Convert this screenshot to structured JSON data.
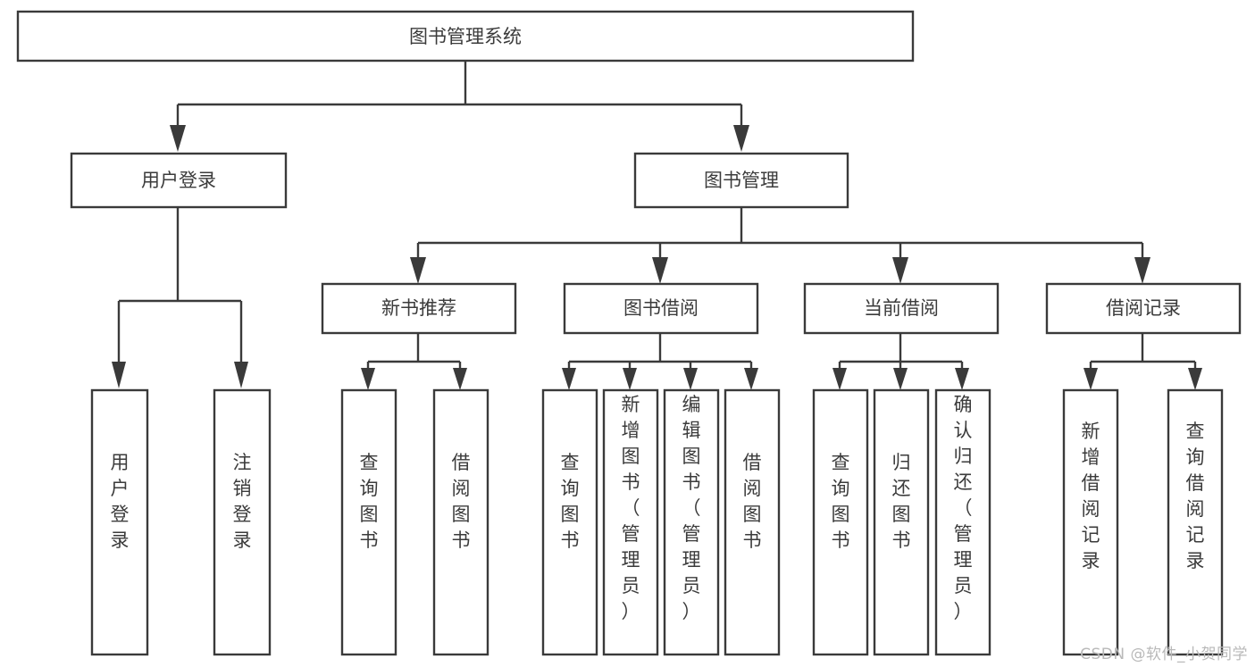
{
  "diagram": {
    "type": "tree-hierarchy",
    "title": "图书管理系统",
    "orientation": "top-down",
    "colors": {
      "box_stroke": "#3a3a3a",
      "box_fill": "#ffffff",
      "text": "#3b3b3b",
      "connector": "#3a3a3a",
      "watermark": "#b9b9b9",
      "background": "#ffffff"
    },
    "nodes": {
      "root": {
        "label": "图书管理系统",
        "level": 0
      },
      "level1": [
        {
          "id": "user-login",
          "label": "用户登录"
        },
        {
          "id": "book-manage",
          "label": "图书管理"
        }
      ],
      "level2": [
        {
          "id": "new-book-recommend",
          "label": "新书推荐",
          "parent": "book-manage"
        },
        {
          "id": "book-borrow",
          "label": "图书借阅",
          "parent": "book-manage"
        },
        {
          "id": "current-borrow",
          "label": "当前借阅",
          "parent": "book-manage"
        },
        {
          "id": "borrow-record",
          "label": "借阅记录",
          "parent": "book-manage"
        }
      ],
      "leaves": [
        {
          "id": "leaf-user-login",
          "label": "用户登录",
          "parent": "user-login"
        },
        {
          "id": "leaf-logout",
          "label": "注销登录",
          "parent": "user-login"
        },
        {
          "id": "leaf-query-book-1",
          "label": "查询图书",
          "parent": "new-book-recommend"
        },
        {
          "id": "leaf-borrow-book-1",
          "label": "借阅图书",
          "parent": "new-book-recommend"
        },
        {
          "id": "leaf-query-book-2",
          "label": "查询图书",
          "parent": "book-borrow"
        },
        {
          "id": "leaf-add-book",
          "label": "新增图书（管理员）",
          "parent": "book-borrow"
        },
        {
          "id": "leaf-edit-book",
          "label": "编辑图书（管理员）",
          "parent": "book-borrow"
        },
        {
          "id": "leaf-borrow-book-2",
          "label": "借阅图书",
          "parent": "book-borrow"
        },
        {
          "id": "leaf-query-book-3",
          "label": "查询图书",
          "parent": "current-borrow"
        },
        {
          "id": "leaf-return-book",
          "label": "归还图书",
          "parent": "current-borrow"
        },
        {
          "id": "leaf-confirm-return",
          "label": "确认归还（管理员）",
          "parent": "current-borrow"
        },
        {
          "id": "leaf-add-record",
          "label": "新增借阅记录",
          "parent": "borrow-record"
        },
        {
          "id": "leaf-query-record",
          "label": "查询借阅记录",
          "parent": "borrow-record"
        }
      ]
    },
    "watermark": "CSDN @软件_小贺同学"
  }
}
